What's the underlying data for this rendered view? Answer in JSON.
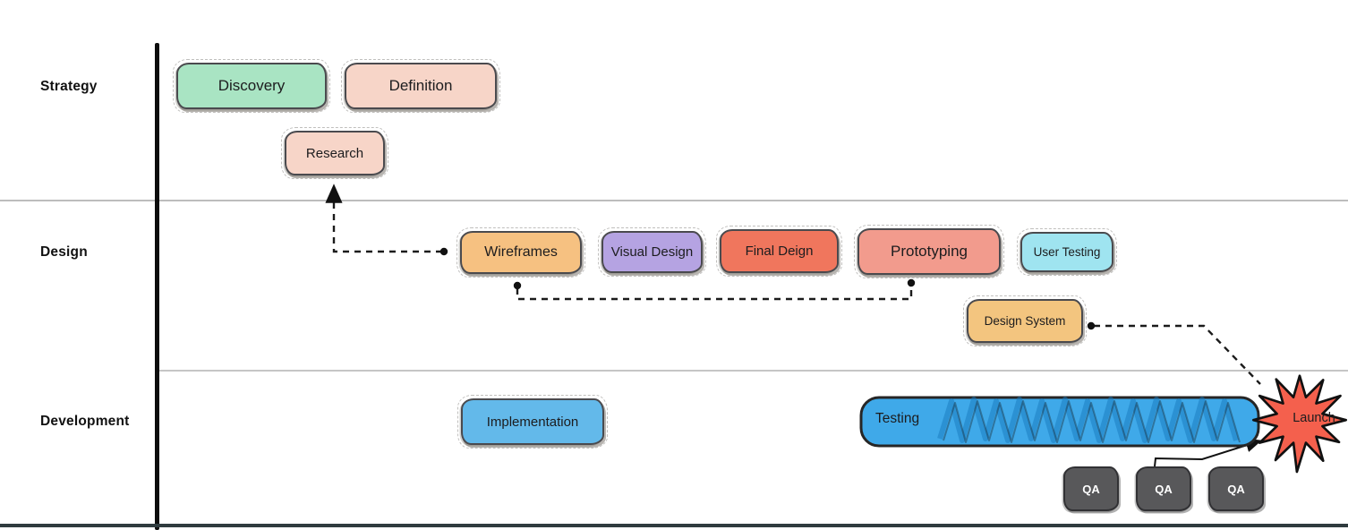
{
  "diagram": {
    "lanes": [
      {
        "label": "Strategy"
      },
      {
        "label": "Design"
      },
      {
        "label": "Development"
      }
    ],
    "tasks": {
      "discovery": {
        "label": "Discovery",
        "color": "#a9e4c3"
      },
      "definition": {
        "label": "Definition",
        "color": "#f7d5c8"
      },
      "research": {
        "label": "Research",
        "color": "#f7d5c8"
      },
      "wireframes": {
        "label": "Wireframes",
        "color": "#f6c181"
      },
      "visual_design": {
        "label": "Visual Design",
        "color": "#b5a3e2"
      },
      "final_deign": {
        "label": "Final Deign",
        "color": "#f0765d"
      },
      "prototyping": {
        "label": "Prototyping",
        "color": "#f29b8d"
      },
      "user_testing": {
        "label": "User Testing",
        "color": "#9fe4f0"
      },
      "design_system": {
        "label": "Design System",
        "color": "#f3c57f"
      },
      "implementation": {
        "label": "Implementation",
        "color": "#63b9ea"
      },
      "testing": {
        "label": "Testing",
        "color": "#3fa9e9"
      },
      "qa_boxes": [
        {
          "label": "QA"
        },
        {
          "label": "QA"
        },
        {
          "label": "QA"
        }
      ],
      "launch": {
        "label": "Launch",
        "color": "#f4604d"
      }
    },
    "connectors": [
      {
        "from": "wireframes",
        "to": "research",
        "style": "dashed"
      },
      {
        "from": "wireframes",
        "to": "prototyping",
        "style": "dashed"
      },
      {
        "from": "design_system",
        "to": "launch",
        "style": "dashed"
      },
      {
        "from": "qa",
        "to": "launch",
        "style": "solid"
      }
    ],
    "colors": {
      "stroke": "#1b1b1b",
      "qa_fill": "#58585a",
      "axis": "#0d0d0d",
      "divider": "#bdbdbd",
      "baseline": "#2f3b3e",
      "testing_scribble": "#1879bd"
    }
  }
}
